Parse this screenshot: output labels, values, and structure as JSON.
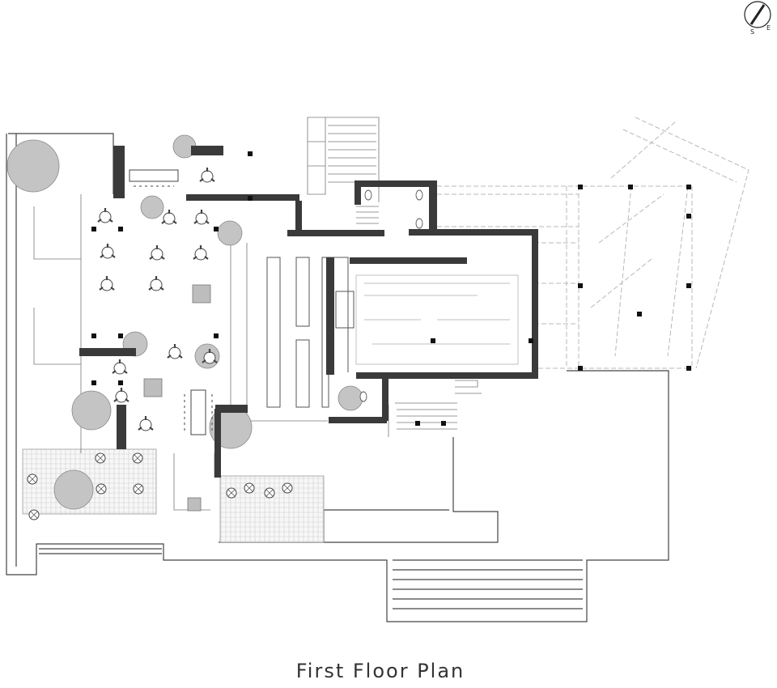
{
  "title": "First Floor Plan",
  "compass": {
    "labels": [
      "S",
      "E"
    ]
  },
  "colors": {
    "wall": "#3a3a3a",
    "line": "#444444",
    "light_line": "#9a9a9a",
    "dashed": "#b8b8b8",
    "tree": "#c4c4c4",
    "hatch": "#d9d9d9",
    "column": "#111111"
  }
}
